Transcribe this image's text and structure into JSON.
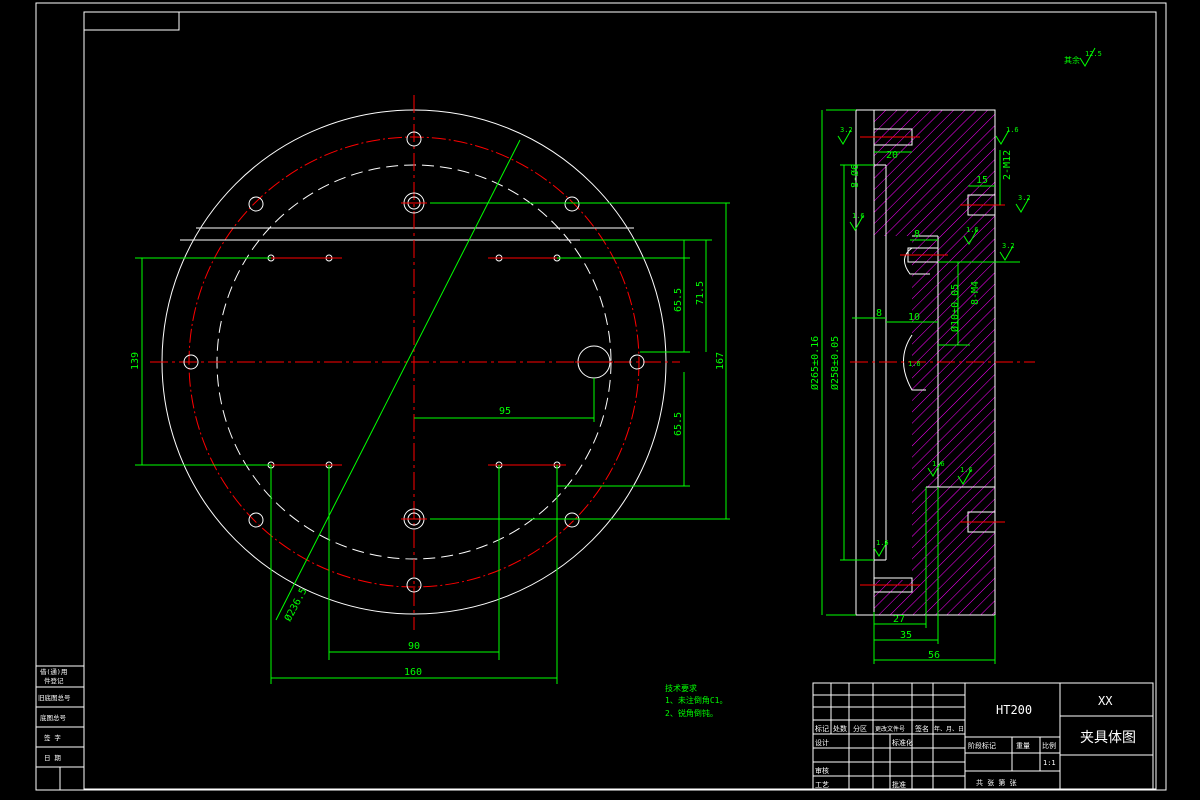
{
  "colors": {
    "background": "#000000",
    "outline": "#ffffff",
    "dimension": "#00ff00",
    "centerline": "#ff0000",
    "hatch": "#ff00ff",
    "hidden": "#ffffff",
    "note": "#00ff00",
    "titleblock_text": "#ffffff"
  },
  "front_view": {
    "dims": {
      "d_phi": "Ø236.5",
      "horiz_95": "95",
      "horiz_90": "90",
      "horiz_160": "160",
      "vert_139": "139",
      "vert_65_5_top": "65.5",
      "vert_65_5_bot": "65.5",
      "vert_71_5": "71.5",
      "vert_167": "167"
    }
  },
  "section_view": {
    "dims": {
      "d20": "20",
      "d15": "15",
      "d8_top": "8",
      "d10": "10",
      "d8_mid": "8",
      "d27": "27",
      "d35": "35",
      "d56": "56",
      "phi265": "Ø265±0.16",
      "phi258": "Ø258±0.05",
      "phi10": "Ø10±0.05",
      "holes_2m12": "2-M12",
      "holes_8m4": "8-M4",
      "holes_8phi6": "8-Ø6"
    },
    "roughness": [
      "3.2",
      "1.6",
      "3.2",
      "1.6",
      "1.6",
      "3.2",
      "1.6",
      "1.6",
      "1.6",
      "1.6"
    ]
  },
  "top_right_note": {
    "label": "其余",
    "value": "12.5"
  },
  "tech_notes": {
    "heading": "技术要求",
    "line1": "1、未注倒角C1。",
    "line2": "2、锐角倒钝。"
  },
  "left_strip": {
    "rows": [
      "借(通)用",
      "件登记",
      "旧底图总号",
      "底图总号",
      "签  字",
      "日  期"
    ]
  },
  "titlebar": {
    "material": "HT200",
    "code": "XX",
    "title": "夹具体图",
    "scale": "1:1",
    "header_cols": [
      "标记",
      "处数",
      "分区",
      "更改文件号",
      "签名",
      "年、月、日"
    ],
    "roles": [
      "设计",
      "审核",
      "工艺"
    ],
    "std_label": "标准化",
    "approve_label": "批准",
    "stage_label": "阶段标记",
    "weight_label": "重量",
    "scale_label": "比例",
    "sheets_label": "共  张  第  张"
  }
}
